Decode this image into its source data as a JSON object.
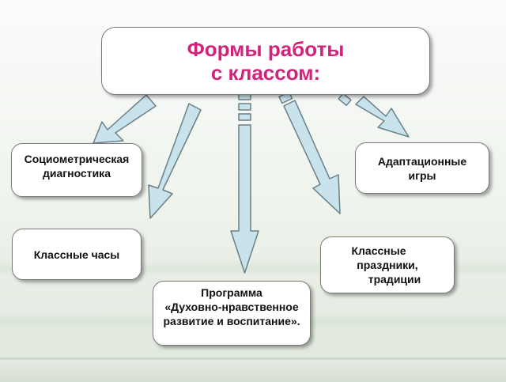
{
  "title": {
    "line1": "Формы работы",
    "line2": "с классом:"
  },
  "boxes": {
    "sociometric": {
      "line1": "Социометрическая",
      "line2": "диагностика"
    },
    "adaptation": {
      "line1": "Адаптационные",
      "line2": "игры"
    },
    "class_hours": {
      "line1": "Классные часы"
    },
    "holidays": {
      "line1": "Классные",
      "line2": "праздники,",
      "line3": "традиции"
    },
    "program": {
      "line1": "Программа",
      "line2": "«Духовно-нравственное",
      "line3": "развитие и воспитание»."
    }
  },
  "colors": {
    "title_text": "#d0237a",
    "arrow_fill": "#c9e3ec",
    "arrow_stroke": "#6b7f86"
  }
}
